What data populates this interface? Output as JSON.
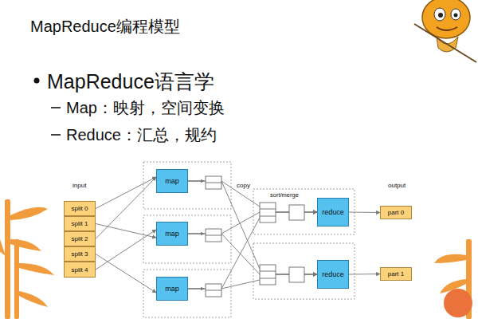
{
  "diagram": {
    "title": "MapReduce编程模型",
    "nodes": [
      {
        "text": [
          "split 0"
        ]
      },
      {
        "text": [
          "split 1"
        ]
      },
      {
        "text": [
          "split 2"
        ]
      },
      {
        "text": [
          "split 3"
        ]
      },
      {
        "text": [
          "split 4"
        ]
      },
      {
        "text": [
          "map"
        ]
      },
      {
        "text": [
          "map"
        ]
      },
      {
        "text": [
          "map"
        ]
      },
      {
        "text": [
          "reduce"
        ]
      },
      {
        "text": [
          "reduce"
        ]
      },
      {
        "text": [
          "part 0"
        ]
      },
      {
        "text": [
          "part 1"
        ]
      }
    ],
    "edges": [
      {
        "from": 0,
        "to": 5,
        "arrow": "to"
      },
      {
        "from": 1,
        "to": 6,
        "arrow": "to"
      },
      {
        "from": 2,
        "to": 5,
        "arrow": "to"
      },
      {
        "from": 3,
        "to": 7,
        "arrow": "to"
      },
      {
        "from": 4,
        "to": 6,
        "arrow": "to"
      },
      {
        "from": 5,
        "to": 8,
        "arrow": "to"
      },
      {
        "from": 5,
        "to": 9,
        "arrow": "to"
      },
      {
        "from": 6,
        "to": 8,
        "arrow": "to"
      },
      {
        "from": 6,
        "to": 9,
        "arrow": "to"
      },
      {
        "from": 7,
        "to": 8,
        "arrow": "to"
      },
      {
        "from": 7,
        "to": 9,
        "arrow": "to"
      },
      {
        "from": 8,
        "to": 10,
        "arrow": "to"
      },
      {
        "from": 9,
        "to": 11,
        "arrow": "to"
      }
    ],
    "labels": [
      "MapReduce语言学",
      "Map：映射，空间变换",
      "Reduce：汇总，规约",
      "input",
      "copy",
      "sort/merge",
      "output"
    ]
  }
}
